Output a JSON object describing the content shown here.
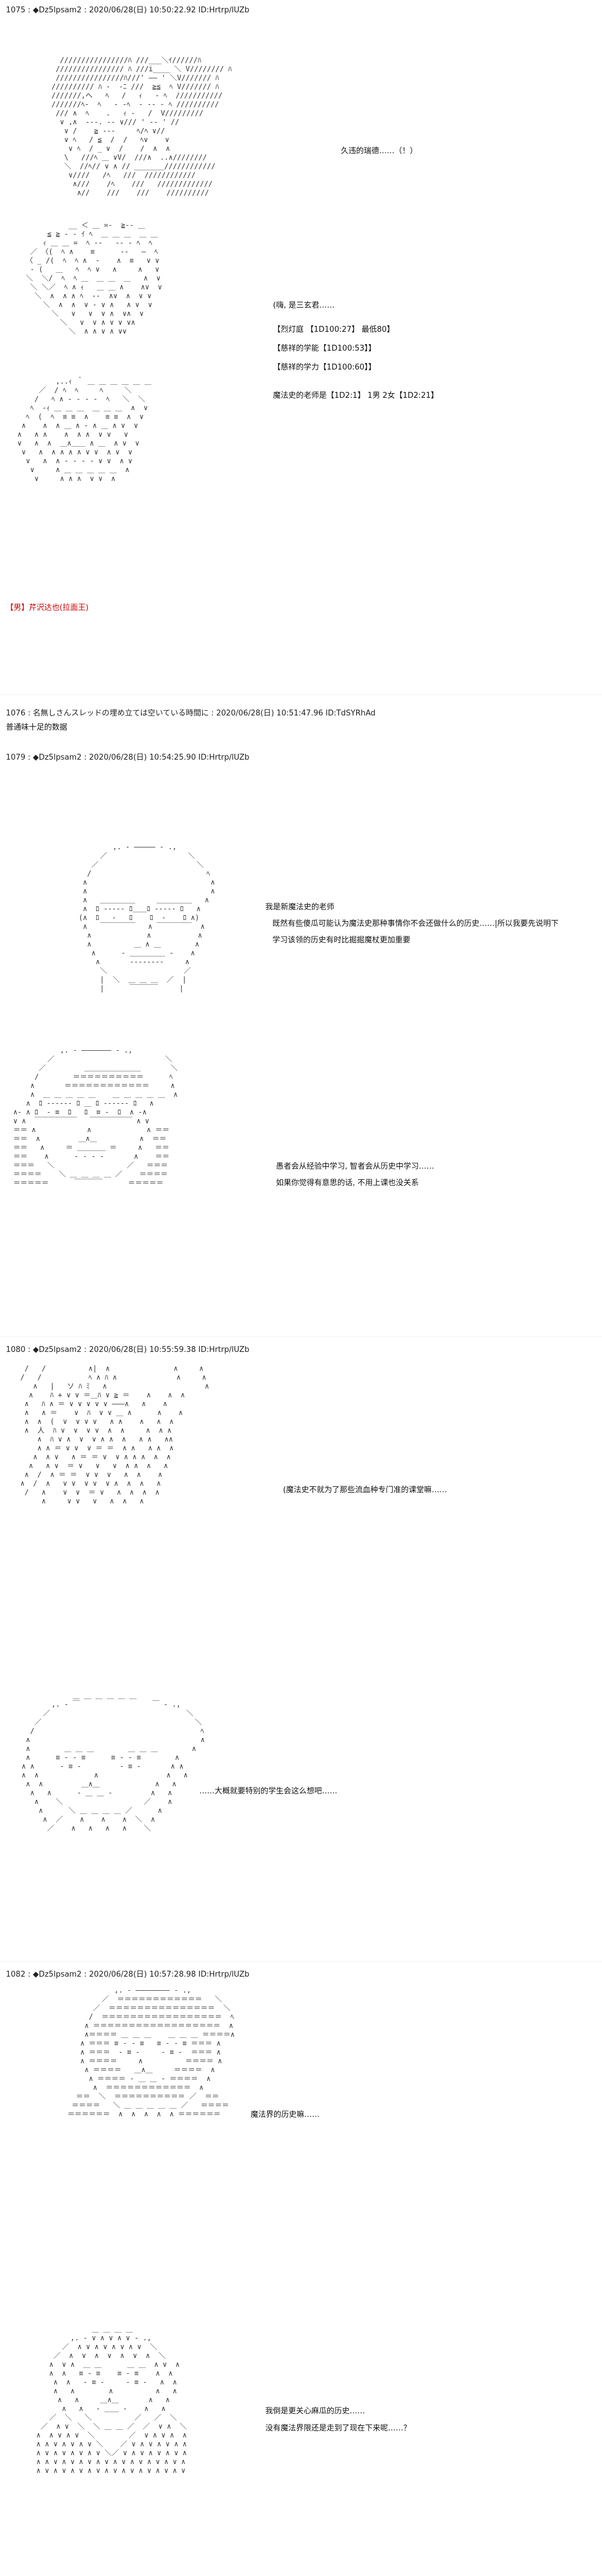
{
  "posts": [
    {
      "header": "1075 : ◆Dz5lpsam2 : 2020/06/28(日) 10:50:22.92 ID:Hrtrp/lUZb",
      "lines": [
        "久违的瑞德……（！）"
      ]
    },
    {
      "lines": [
        "(嗨, 是三玄君……",
        "【烈灯庭  【1D100:27】 最低80】",
        "【慈祥的学能【1D100:53】】",
        "【慈祥的学力【1D100:60】】",
        "魔法史的老师是【1D2:1】 1男 2女【1D2:21】"
      ],
      "footer": "【男】芹沢达也(拉面王)"
    },
    {
      "header": "1076 : 名無しさんスレッドの埋め立ては空いている時間に : 2020/06/28(日) 10:51:47.96 ID:TdSYRhAd",
      "lines": [
        "普通味十足的数据"
      ]
    },
    {
      "header": "1079 : ◆Dz5lpsam2 : 2020/06/28(日) 10:54:25.90 ID:Hrtrp/lUZb",
      "lines": [
        "我是新魔法史的老师",
        "既然有些傻瓜可能认为魔法史那种事情你不会还做什么的历史……|所以我要先说明下",
        "学习该领的历史有时比掘掘魔杖更加重要"
      ]
    },
    {
      "lines": [
        "愚者会从经验中学习, 智者会从历史中学习……",
        "如果你觉得有意思的话, 不用上课也没关系"
      ]
    },
    {
      "header": "1080 : ◆Dz5lpsam2 : 2020/06/28(日) 10:55:59.38 ID:Hrtrp/lUZb",
      "lines": [
        "(魔法史不就为了那些流血种专门准的课堂嘛……"
      ]
    },
    {
      "lines": [
        "……大概就要特别的学生会这么想吧……"
      ]
    },
    {
      "header": "1082 : ◆Dz5lpsam2 : 2020/06/28(日) 10:57:28.98 ID:Hrtrp/lUZb",
      "lines": [
        "魔法界的历史嘛……"
      ]
    },
    {
      "lines": [
        "我倒是更关心麻瓜的历史……",
        "没有魔法界限还是走到了现在下来呢……？"
      ]
    }
  ]
}
